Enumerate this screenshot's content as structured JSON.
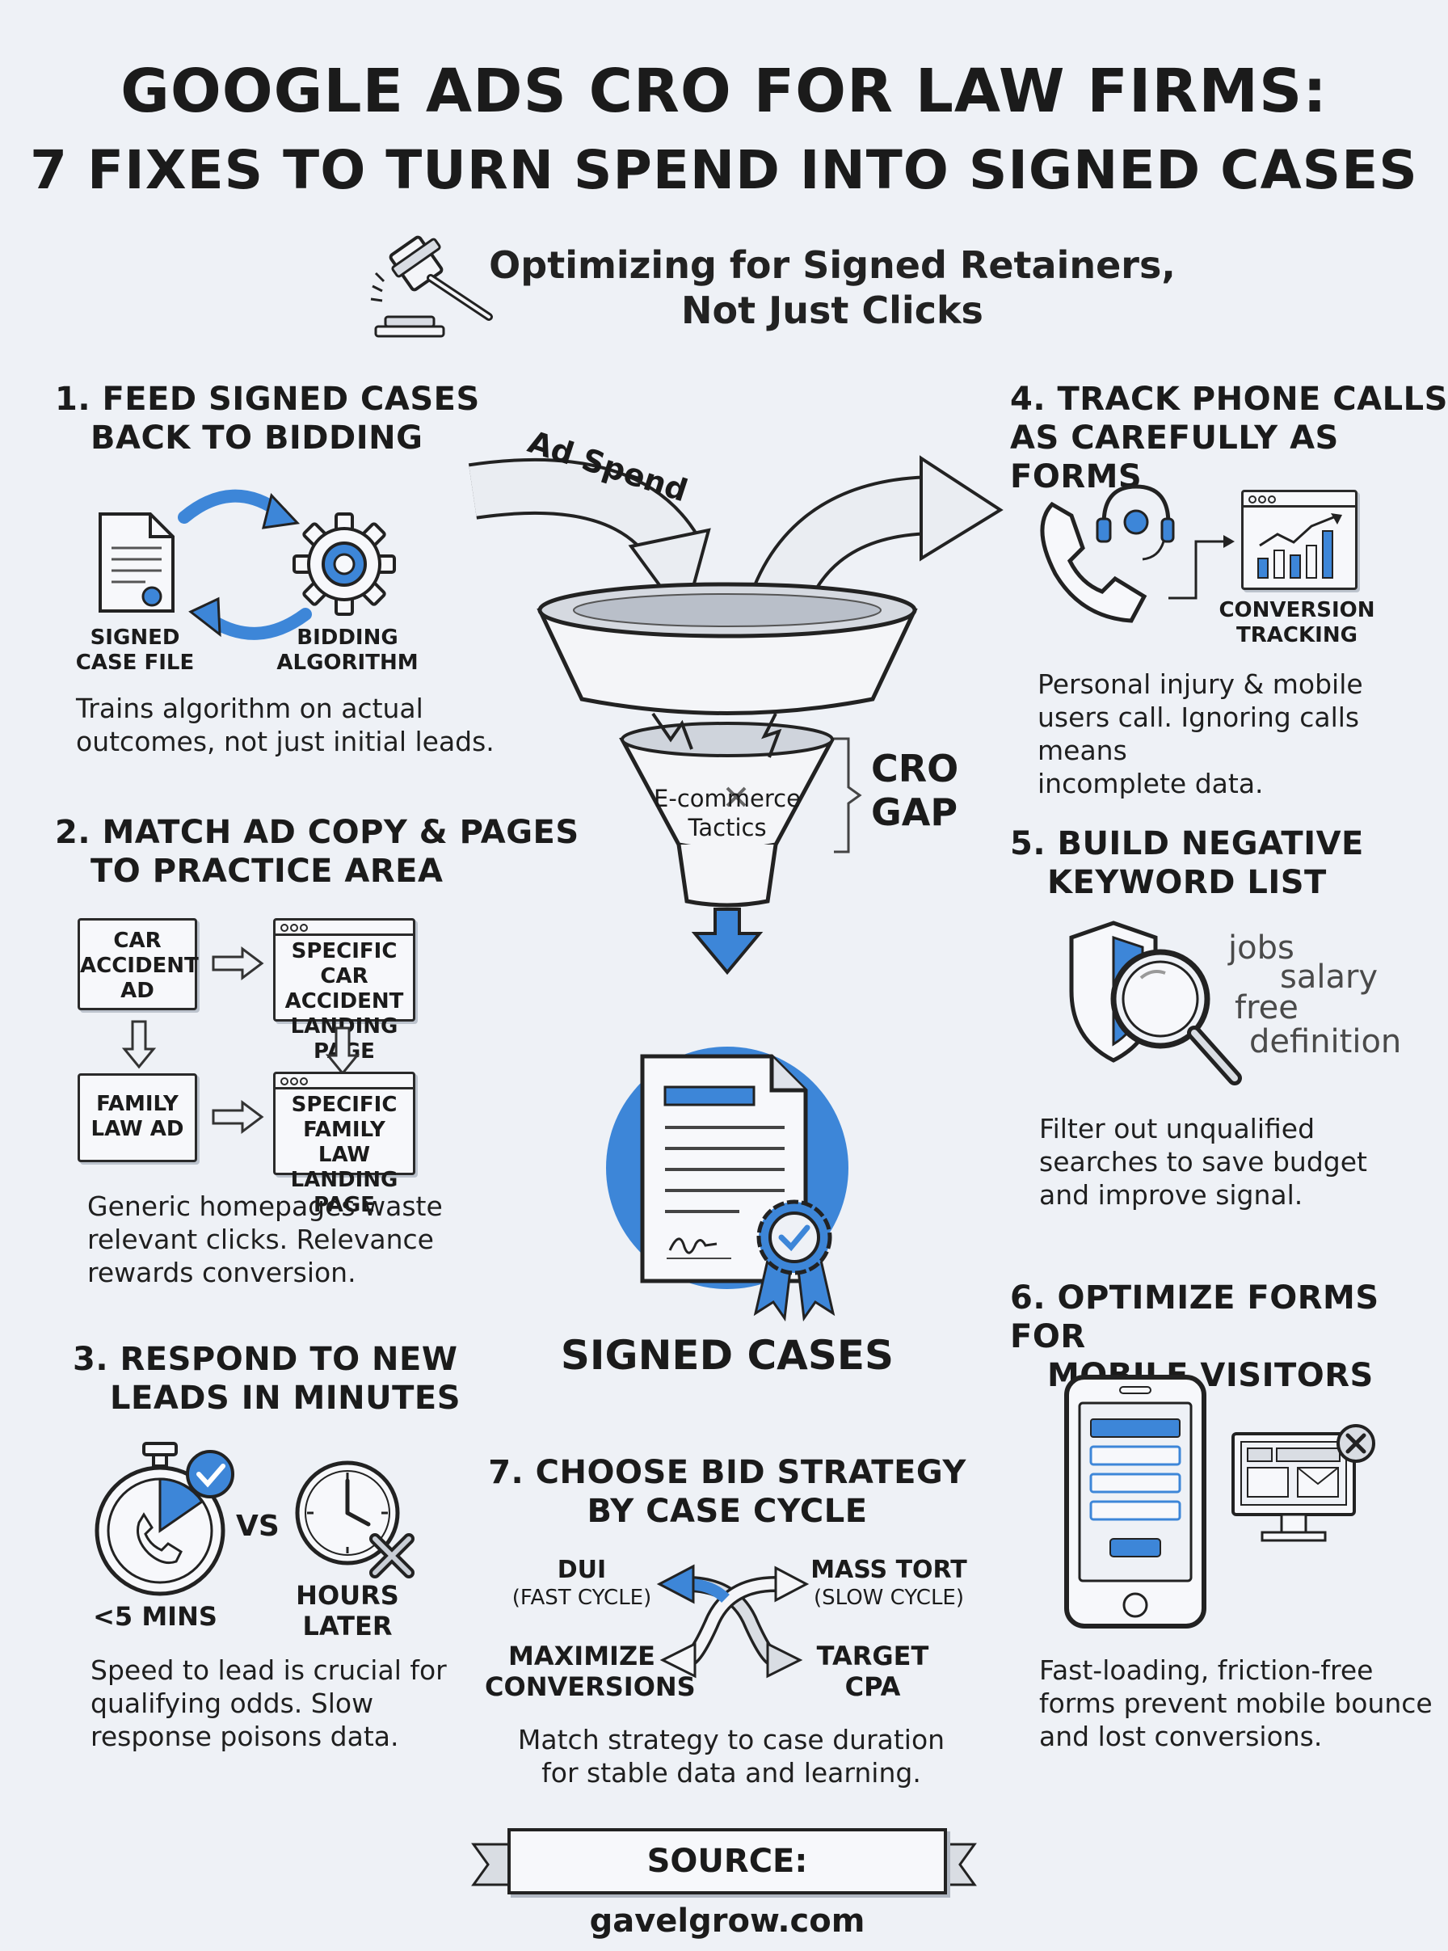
{
  "header": {
    "title_line1": "GOOGLE ADS CRO FOR LAW FIRMS:",
    "title_line2": "7 FIXES TO TURN SPEND INTO SIGNED CASES",
    "subtitle_line1": "Optimizing for Signed Retainers,",
    "subtitle_line2": "Not Just Clicks"
  },
  "colors": {
    "accent": "#3d86d8",
    "ink": "#1b1b1b",
    "background": "#eef1f6"
  },
  "sections": {
    "s1": {
      "title_line1": "1. FEED SIGNED CASES",
      "title_line2": "BACK TO BIDDING",
      "label_left_line1": "SIGNED",
      "label_left_line2": "CASE FILE",
      "label_right_line1": "BIDDING",
      "label_right_line2": "ALGORITHM",
      "desc_line1": "Trains algorithm on actual",
      "desc_line2": "outcomes, not just initial leads."
    },
    "s2": {
      "title_line1": "2. MATCH AD COPY & PAGES",
      "title_line2": "TO PRACTICE AREA",
      "ad1_line1": "CAR",
      "ad1_line2": "ACCIDENT",
      "ad1_line3": "AD",
      "page1_line1": "SPECIFIC",
      "page1_line2": "CAR ACCIDENT",
      "page1_line3": "LANDING PAGE",
      "ad2_line1": "FAMILY",
      "ad2_line2": "LAW AD",
      "page2_line1": "SPECIFIC",
      "page2_line2": "FAMILY LAW",
      "page2_line3": "LANDING PAGE",
      "desc_line1": "Generic homepages waste",
      "desc_line2": "relevant clicks. Relevance",
      "desc_line3": "rewards conversion."
    },
    "s3": {
      "title_line1": "3. RESPOND TO NEW",
      "title_line2": "LEADS IN MINUTES",
      "vs": "VS",
      "fast_label": "<5 MINS",
      "slow_label_line1": "HOURS",
      "slow_label_line2": "LATER",
      "desc_line1": "Speed to lead is crucial for",
      "desc_line2": "qualifying odds. Slow",
      "desc_line3": "response poisons data."
    },
    "s4": {
      "title_line1": "4. TRACK PHONE CALLS",
      "title_line2": "AS CAREFULLY AS FORMS",
      "label_line1": "CONVERSION",
      "label_line2": "TRACKING",
      "desc_line1": "Personal injury & mobile",
      "desc_line2": "users call. Ignoring calls means",
      "desc_line3": "incomplete data."
    },
    "s5": {
      "title_line1": "5. BUILD NEGATIVE",
      "title_line2": "KEYWORD LIST",
      "keywords": [
        "jobs",
        "salary",
        "free",
        "definition"
      ],
      "desc_line1": "Filter out unqualified",
      "desc_line2": "searches to save budget",
      "desc_line3": "and improve signal."
    },
    "s6": {
      "title_line1": "6. OPTIMIZE FORMS FOR",
      "title_line2": "MOBILE VISITORS",
      "desc_line1": "Fast-loading, friction-free",
      "desc_line2": "forms prevent mobile bounce",
      "desc_line3": "and lost conversions."
    },
    "s7": {
      "title_line1": "7. CHOOSE BID STRATEGY",
      "title_line2": "BY CASE CYCLE",
      "top_left_line1": "DUI",
      "top_left_line2": "(FAST CYCLE)",
      "top_right_line1": "MASS TORT",
      "top_right_line2": "(SLOW CYCLE)",
      "bottom_left_line1": "MAXIMIZE",
      "bottom_left_line2": "CONVERSIONS",
      "bottom_right_line1": "TARGET",
      "bottom_right_line2": "CPA",
      "desc_line1": "Match strategy to case duration",
      "desc_line2": "for stable data and learning."
    }
  },
  "funnel": {
    "ad_spend_label": "Ad Spend",
    "inner_label_line1": "E-commerce",
    "inner_label_line2": "Tactics",
    "gap_line1": "CRO",
    "gap_line2": "GAP",
    "result_label": "SIGNED CASES"
  },
  "footer": {
    "source": "SOURCE: gavelgrow.com"
  }
}
